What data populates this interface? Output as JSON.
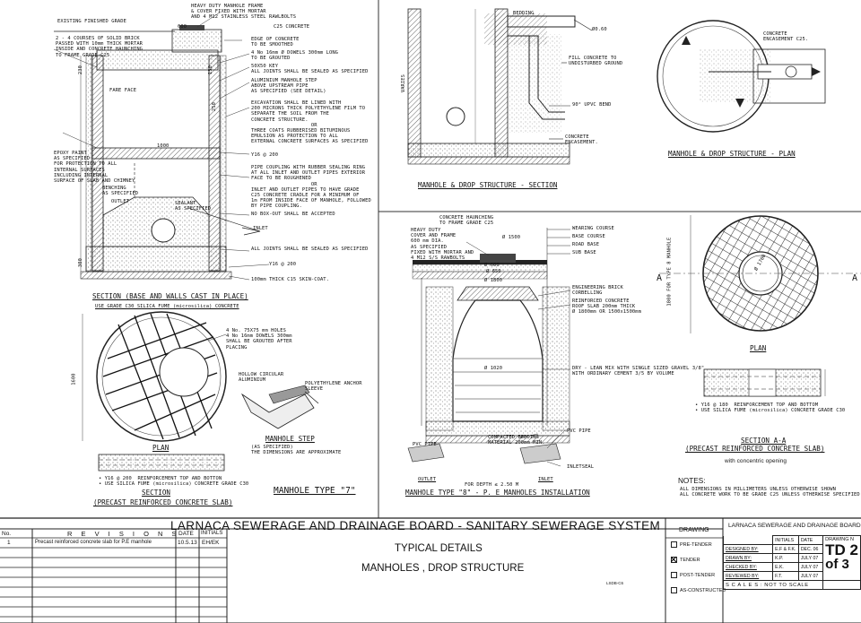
{
  "drawing_1": {
    "notes_left": [
      "EXISTING FINISHED GRADE",
      "2 - 4 COURSES OF SOLID BRICK\nPASSED WITH 10mm THICK MORTAR\nINSIDE AND CONCRETE HAUNCHING\nTO FRAME GRADE C25",
      "FARE FACE",
      "EPOXY PAINT\nAS SPECIFIED\nFOR PROTECTION TO ALL\nINTERNAL SURFACES\nINCLUDING INTERNAL\nSURFACE OF SLAB AND CHIMNEY",
      "BENCHING\nAS SPECIFIED",
      "OUTLET",
      "SEALANT\nAS SPECIFIED",
      "INLET"
    ],
    "notes_right": [
      "HEAVY DUTY MANHOLE FRAME\n& COVER FIXED WITH MORTAR\nAND 4 M12 STAINLESS STEEL RAWLBOLTS",
      "C25 CONCRETE",
      "EDGE OF CONCRETE\nTO BE SMOOTHED",
      "4 No 16mm Ø DOWELS 300mm LONG\nTO BE GROUTED",
      "50X50 KEY\nALL JOINTS SHALL BE SEALED AS SPECIFIED",
      "ALUMINIUM MANHOLE STEP\nABOVE UPSTREAM PIPE\nAS SPECIFIED (SEE DETAIL)",
      "EXCAVATION SHALL BE LINED WITH\n200 MICRONS THICK POLYETHYLENE FILM TO\nSEPARATE THE SOIL FROM THE\nCONCRETE STRUCTURE.\n                    OR\nTHREE COATS RUBBERISED BITUMINOUS\nEMULSION AS PROTECTION TO ALL\nEXTERNAL CONCRETE SURFACES AS SPECIFIED",
      "Y16 @ 200",
      "PIPE COUPLING WITH RUBBER SEALING RING\nAT ALL INLET AND OUTLET PIPES EXTERIOR\nFACE TO BE ROUGHENED\n                    OR\nINLET AND OUTLET PIPES TO HAVE GRADE\nC25 CONCRETE CRADLE FOR A MINIMUM OF\n1m FROM INSIDE FACE OF MANHOLE, FOLLOWED\nBY PIPE COUPLING.",
      "NO BOX-OUT SHALL BE ACCEPTED",
      "ALL JOINTS SHALL BE SEALED AS SPECIFIED",
      "Y16 @ 200",
      "100mm THICK C15 SKIN-COAT."
    ],
    "section_title": "SECTION (BASE AND WALLS CAST IN PLACE)",
    "section_subtitle": "USE GRADE C30 SILICA FUME (microsilica) CONCRETE",
    "dims": [
      "600",
      "1000",
      "1600",
      "230",
      "150",
      "300",
      "250"
    ],
    "plan_notes": "4 No. 75X75 mm HOLES\n4 No 16mm DOWELS 300mm\nSHALL BE GROUTED AFTER\nPLACING",
    "plan_title": "PLAN",
    "slab_notes": "• Y16 @ 200  REINFORCEMENT TOP AND BOTTON\n• USE SILICA FUME (microsilica) CONCRETE GRADE C30",
    "slab_section": "SECTION",
    "slab_subtitle": "(PRECAST REINFORCED CONCRETE SLAB)",
    "step_labels": [
      "HOLLOW CIRCULAR\nALUMINIUM",
      "POLYETHYLENE ANCHOR\nSLEEVE"
    ],
    "step_title": "MANHOLE STEP",
    "step_note": "(AS SPECIFIED)\nTHE DIMENSIONS ARE APPROXIMATE",
    "type_title": "MANHOLE TYPE \"7\""
  },
  "drawing_2": {
    "labels": [
      "BEDDING",
      "Ø0.60",
      "FILL CONCRETE TO\nUNDISTURBED GROUND",
      "90° UPVC BEND",
      "CONCRETE\nENCASEMENT.",
      "VARIES"
    ],
    "section_title": "MANHOLE & DROP STRUCTURE - SECTION",
    "plan_label": "CONCRETE\nENCASEMENT C25.",
    "plan_title": "MANHOLE & DROP STRUCTURE - PLAN"
  },
  "drawing_3": {
    "labels_left": [
      "CONCRETE HAUNCHING\nTO FRAME GRADE C25",
      "HEAVY DUTY\nCOVER AND FRAME\n600 mm DIA.\nAS SPECIFIED\nFIXED WITH MORTAR AND\n4 M12 S/S RAWBOLTS"
    ],
    "labels_right": [
      "WEARING COURSE",
      "BASE COURSE",
      "ROAD BASE",
      "SUB BASE",
      "ENGINEERING BRICK\nCORBELLING",
      "REINFORCED CONCRETE\nROOF SLAB 200mm THICK\nØ 1800mm OR 1500x1500mm",
      "DRY - LEAN MIX WITH SINGLE SIZED GRAVEL 3/8\"\nWITH ORDINARY CEMENT 3/5 BY VOLUME",
      "COMPACTED BEDDING\nMATERIAL 200mm MIN.",
      "PVC PIPE",
      "INLETSEAL",
      "INLET"
    ],
    "dims": [
      "Ø 650",
      "Ø 1020",
      "Ø 1500",
      "Ø 600",
      "Ø 1800"
    ],
    "pvc_label": "PVC PIPE",
    "outlet_label": "OUTLET",
    "depth_note": "FOR DEPTH ≤ 2.50 M",
    "title": "MANHOLE TYPE \"8\" - P. E MANHOLES INSTALLATION"
  },
  "drawing_4": {
    "plan_title": "PLAN",
    "section_label": "A",
    "dim": "Ø 1700",
    "notes": "• Y16 @ 180  REINFORCEMENT TOP AND BOTTOM\n• USE SILICA FUME (microsilica) CONCRETE GRADE C30",
    "section_title": "SECTION A-A",
    "subtitle": "(PRECAST REINFORCED CONCRETE SLAB)",
    "opening_note": "with concentric opening",
    "side_dim": "1800 FOR TYPE 8 MANHOLE"
  },
  "notes_block": {
    "heading": "NOTES:",
    "lines": [
      "ALL DIMENSIONS IN MILLIMETERS UNLESS OTHERWISE SHOWN",
      "ALL CONCRETE WORK TO BE GRADE C25 UNLESS OTHERWISE SPECIFIED"
    ]
  },
  "title_block": {
    "board_title": "LARNACA SEWERAGE AND DRAINAGE BOARD  -  SANITARY SEWERAGE SYSTEM",
    "revisions_heading": "R E V I S I O N S",
    "rev_headers": [
      "No.",
      "DATE",
      "INITIALS"
    ],
    "revisions": [
      {
        "no": "1",
        "desc": "Precast reinforced concrete slab for P.E manhole",
        "date": "10.5.13",
        "initials": "EH/EK"
      }
    ],
    "drawing_title_1": "TYPICAL DETAILS",
    "drawing_title_2": "MANHOLES , DROP STRUCTURE",
    "ref": "LSDB-C6",
    "drawing_heading": "DRAWING",
    "status_options": [
      "PRE-TENDER",
      "TENDER",
      "POST-TENDER",
      "AS-CONSTRUCTED"
    ],
    "status_checked": "TENDER",
    "org": "LARNACA SEWERAGE AND DRAINAGE BOARD",
    "sign_headers": [
      "INITIALS",
      "DATE"
    ],
    "signoffs": [
      {
        "role": "DESIGNED BY:",
        "initials": "E.F & F.K.",
        "date": "DEC. 06"
      },
      {
        "role": "DRAWN BY:",
        "initials": "K.P.",
        "date": "JULY 07"
      },
      {
        "role": "CHECKED BY:",
        "initials": "E.K.",
        "date": "JULY 07"
      },
      {
        "role": "REVIEWED BY:",
        "initials": "F.T.",
        "date": "JULY 07"
      }
    ],
    "scales": "S C A L E S : NOT TO SCALE",
    "drawing_no_heading": "DRAWING N",
    "drawing_no": "TD 2",
    "sheet": "of 3"
  }
}
